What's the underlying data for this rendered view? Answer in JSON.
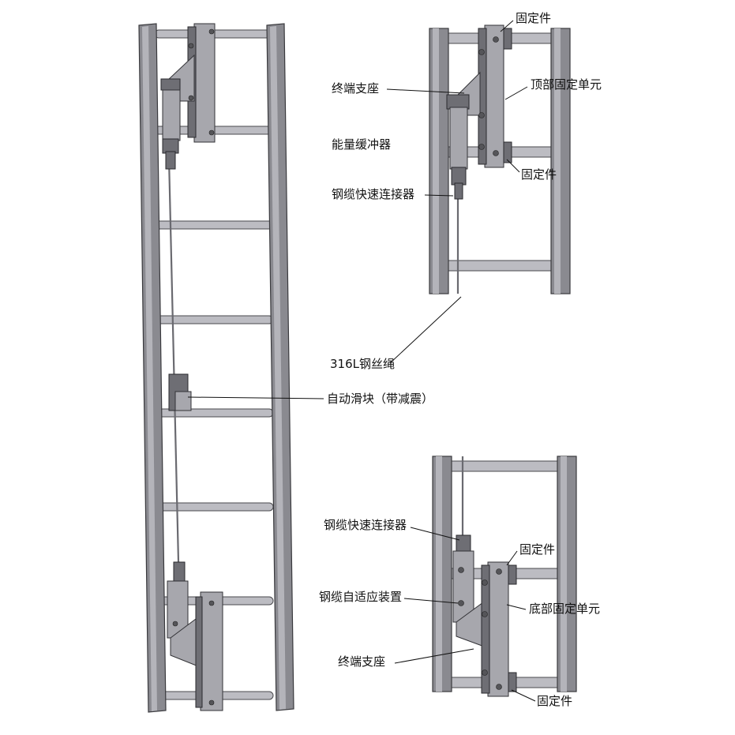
{
  "labels": {
    "top_fixing_1": "固定件",
    "terminal_bracket_top": "终端支座",
    "top_fixing_unit": "顶部固定单元",
    "energy_absorber": "能量缓冲器",
    "top_fixing_2": "固定件",
    "cable_quick_connector_top": "钢缆快速连接器",
    "wire_rope": "316L钢丝绳",
    "auto_slider": "自动滑块（带减震）",
    "cable_quick_connector_bottom": "钢缆快速连接器",
    "bottom_fixing_1": "固定件",
    "cable_tensioner": "钢缆自适应装置",
    "bottom_fixing_unit": "底部固定单元",
    "terminal_bracket_bottom": "终端支座",
    "bottom_fixing_2": "固定件"
  }
}
